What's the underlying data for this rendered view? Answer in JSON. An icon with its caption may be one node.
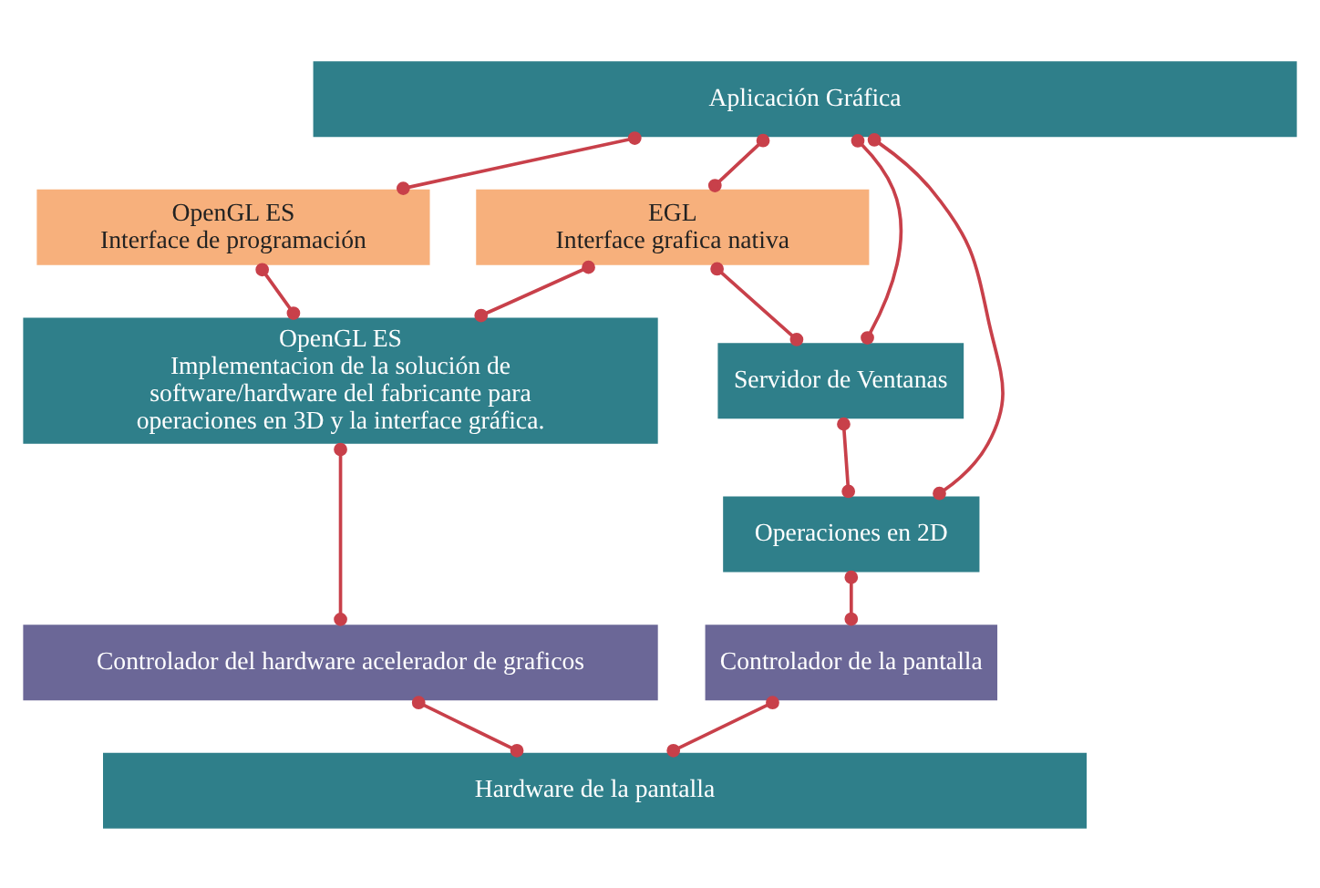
{
  "diagram": {
    "nodes": [
      {
        "text": [
          "Aplicación Gráfica"
        ]
      },
      {
        "text": [
          "OpenGL ES",
          "Interface de programación"
        ]
      },
      {
        "text": [
          "EGL",
          "Interface grafica nativa"
        ]
      },
      {
        "text": [
          "OpenGL ES",
          "Implementacion de la solución de software/hardware del fabricante para operaciones en 3D y la interface gráfica."
        ]
      },
      {
        "text": [
          "Servidor de Ventanas"
        ]
      },
      {
        "text": [
          "Operaciones en 2D"
        ]
      },
      {
        "text": [
          "Controlador del hardware acelerador de graficos"
        ]
      },
      {
        "text": [
          "Controlador de la pantalla"
        ]
      },
      {
        "text": [
          "Hardware de la pantalla"
        ]
      }
    ],
    "edges": [
      {
        "from": 0,
        "to": 1,
        "arrow": "other"
      },
      {
        "from": 0,
        "to": 2,
        "arrow": "other"
      },
      {
        "from": 0,
        "to": 4,
        "arrow": "other"
      },
      {
        "from": 0,
        "to": 5,
        "arrow": "other"
      },
      {
        "from": 1,
        "to": 3,
        "arrow": "other"
      },
      {
        "from": 2,
        "to": 3,
        "arrow": "other"
      },
      {
        "from": 2,
        "to": 4,
        "arrow": "other"
      },
      {
        "from": 4,
        "to": 5,
        "arrow": "other"
      },
      {
        "from": 3,
        "to": 6,
        "arrow": "other"
      },
      {
        "from": 5,
        "to": 7,
        "arrow": "other"
      },
      {
        "from": 6,
        "to": 8,
        "arrow": "other"
      },
      {
        "from": 7,
        "to": 8,
        "arrow": "other"
      }
    ]
  }
}
